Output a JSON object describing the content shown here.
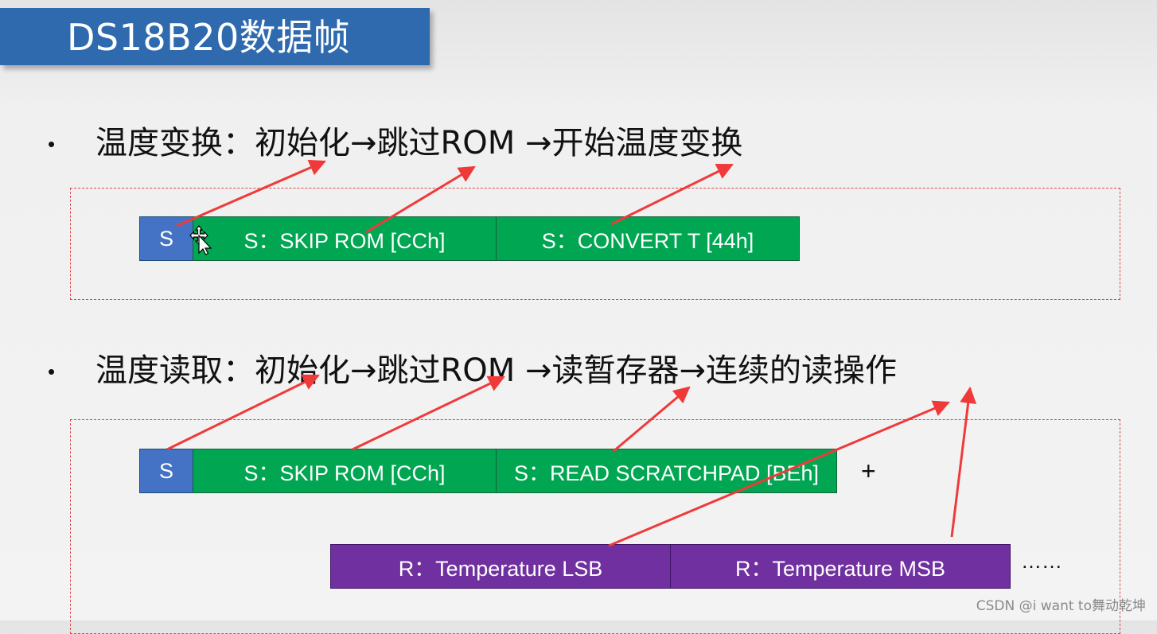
{
  "title": "DS18B20数据帧",
  "section1": {
    "bullet": "•",
    "heading": "温度变换：初始化→跳过ROM →开始温度变换",
    "segments": [
      "S",
      "S：SKIP ROM [CCh]",
      "S：CONVERT T [44h]"
    ]
  },
  "section2": {
    "bullet": "•",
    "heading": "温度读取：初始化→跳过ROM →读暂存器→连续的读操作",
    "segments": [
      "S",
      "S：SKIP ROM [CCh]",
      "S：READ SCRATCHPAD [BEh]"
    ],
    "plus": "+",
    "read_segments": [
      "R：Temperature LSB",
      "R：Temperature MSB"
    ],
    "ellipsis": "……"
  },
  "watermark": "CSDN @i want to舞动乾坤",
  "colors": {
    "title_bg": "#2e6aad",
    "start_block": "#4472c4",
    "write_block": "#00a651",
    "read_block": "#7030a0",
    "dashed_frame": "#e04848",
    "annotation_arrow": "#f03a3a"
  },
  "icons": {
    "cursor": "move-cursor-icon"
  }
}
